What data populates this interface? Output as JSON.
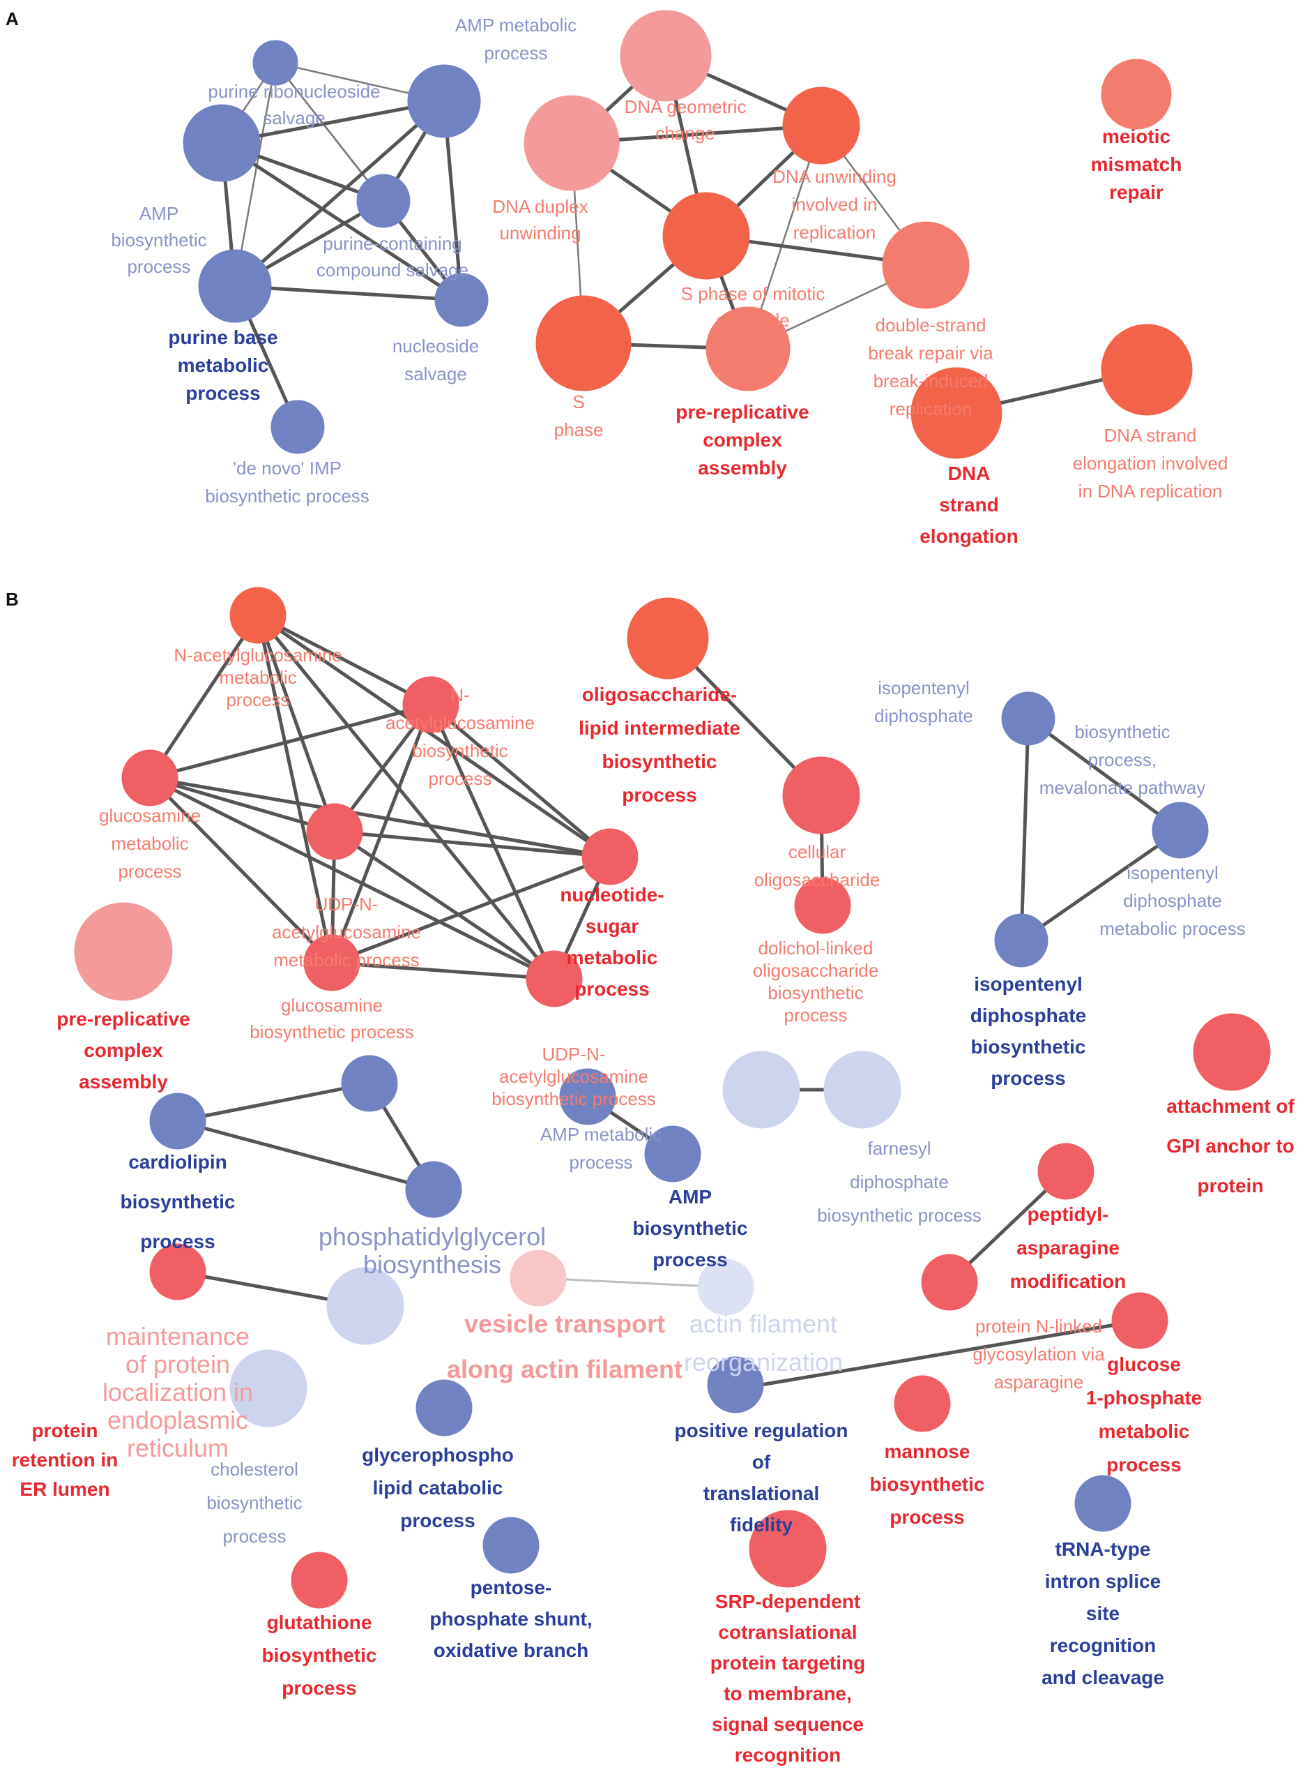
{
  "panels": [
    {
      "letter": "A"
    },
    {
      "letter": "B"
    }
  ],
  "colors": {
    "blue": "#7182C3",
    "blue_text": "#2B3F9A",
    "blue_light_text": "#8893C8",
    "red": "#F05F64",
    "red_text": "#E8282D",
    "orange": "#F2634A",
    "salmon": "#F47C6E",
    "pink": "#F49A9A",
    "pale_blue": "#CDD5EE",
    "pale_pink": "#F7C6C6"
  },
  "nodes": [
    {
      "id": "a1",
      "fill": "#7182C3"
    },
    {
      "id": "a2",
      "fill": "#7182C3"
    },
    {
      "id": "a3",
      "fill": "#7182C3"
    },
    {
      "id": "a4",
      "fill": "#7182C3"
    },
    {
      "id": "a5",
      "fill": "#7182C3"
    },
    {
      "id": "a6",
      "fill": "#7182C3"
    },
    {
      "id": "a7",
      "fill": "#7182C3"
    },
    {
      "id": "a8",
      "fill": "#F49A9A"
    },
    {
      "id": "a9",
      "fill": "#F49A9A"
    },
    {
      "id": "a10",
      "fill": "#F2634A"
    },
    {
      "id": "a11",
      "fill": "#F2634A"
    },
    {
      "id": "a12",
      "fill": "#F47C6E"
    },
    {
      "id": "a13",
      "fill": "#F2634A"
    },
    {
      "id": "a14",
      "fill": "#F47C6E"
    },
    {
      "id": "a15",
      "fill": "#F2634A"
    },
    {
      "id": "a16",
      "fill": "#F2634A"
    },
    {
      "id": "a17",
      "fill": "#F47C6E"
    },
    {
      "id": "b1",
      "fill": "#F2634A"
    },
    {
      "id": "b2",
      "fill": "#F05F64"
    },
    {
      "id": "b3",
      "fill": "#F05F64"
    },
    {
      "id": "b4",
      "fill": "#F05F64"
    },
    {
      "id": "b5",
      "fill": "#F05F64"
    },
    {
      "id": "b6",
      "fill": "#F05F64"
    },
    {
      "id": "b7",
      "fill": "#F05F64"
    },
    {
      "id": "b8",
      "fill": "#F2634A"
    },
    {
      "id": "b9",
      "fill": "#F05F64"
    },
    {
      "id": "b10",
      "fill": "#F05F64"
    },
    {
      "id": "b11",
      "fill": "#7182C3"
    },
    {
      "id": "b12",
      "fill": "#7182C3"
    },
    {
      "id": "b13",
      "fill": "#7182C3"
    },
    {
      "id": "b14",
      "fill": "#F49A9A"
    },
    {
      "id": "b15",
      "fill": "#F05F64"
    },
    {
      "id": "b16",
      "fill": "#7182C3"
    },
    {
      "id": "b17",
      "fill": "#7182C3"
    },
    {
      "id": "b18",
      "fill": "#7182C3"
    },
    {
      "id": "b19",
      "fill": "#7182C3"
    },
    {
      "id": "b20",
      "fill": "#7182C3"
    },
    {
      "id": "b21",
      "fill": "#CDD5EE"
    },
    {
      "id": "b22",
      "fill": "#CDD5EE"
    },
    {
      "id": "b23",
      "fill": "#F05F64"
    },
    {
      "id": "b24",
      "fill": "#F05F64"
    },
    {
      "id": "b25",
      "fill": "#F05F64"
    },
    {
      "id": "b26",
      "fill": "#F7C6C6"
    },
    {
      "id": "b27",
      "fill": "#DCE2F3"
    },
    {
      "id": "b28",
      "fill": "#CDD5EE"
    },
    {
      "id": "b29",
      "fill": "#CDD5EE"
    },
    {
      "id": "b30",
      "fill": "#7182C3"
    },
    {
      "id": "b31",
      "fill": "#7182C3"
    },
    {
      "id": "b32",
      "fill": "#7182C3"
    },
    {
      "id": "b33",
      "fill": "#F05F64"
    },
    {
      "id": "b34",
      "fill": "#F05F64"
    },
    {
      "id": "b35",
      "fill": "#F05F64"
    },
    {
      "id": "b36",
      "fill": "#F05F64"
    },
    {
      "id": "b37",
      "fill": "#7182C3"
    },
    {
      "id": "b38",
      "fill": "#F05F64"
    }
  ],
  "edges": [
    [
      "a1",
      "a2",
      "thin"
    ],
    [
      "a1",
      "a3",
      "thin"
    ],
    [
      "a1",
      "a4",
      "thin"
    ],
    [
      "a1",
      "a5",
      "thin"
    ],
    [
      "a1",
      "a6",
      "thin"
    ],
    [
      "a2",
      "a3",
      "edge"
    ],
    [
      "a2",
      "a4",
      "edge"
    ],
    [
      "a2",
      "a5",
      "edge"
    ],
    [
      "a2",
      "a6",
      "edge"
    ],
    [
      "a3",
      "a4",
      "edge"
    ],
    [
      "a3",
      "a5",
      "edge"
    ],
    [
      "a3",
      "a6",
      "edge"
    ],
    [
      "a4",
      "a5",
      "edge"
    ],
    [
      "a4",
      "a6",
      "edge"
    ],
    [
      "a5",
      "a6",
      "edge"
    ],
    [
      "a3",
      "a7",
      "edge"
    ],
    [
      "a8",
      "a9",
      "edge"
    ],
    [
      "a8",
      "a10",
      "edge"
    ],
    [
      "a8",
      "a11",
      "edge"
    ],
    [
      "a9",
      "a10",
      "edge"
    ],
    [
      "a9",
      "a11",
      "edge"
    ],
    [
      "a9",
      "a13",
      "thin"
    ],
    [
      "a10",
      "a11",
      "edge"
    ],
    [
      "a10",
      "a12",
      "thin"
    ],
    [
      "a10",
      "a14",
      "thin"
    ],
    [
      "a11",
      "a12",
      "edge"
    ],
    [
      "a11",
      "a13",
      "edge"
    ],
    [
      "a11",
      "a14",
      "edge"
    ],
    [
      "a12",
      "a14",
      "thin"
    ],
    [
      "a13",
      "a14",
      "edge"
    ],
    [
      "a15",
      "a16",
      "edge"
    ],
    [
      "b1",
      "b2",
      "edge"
    ],
    [
      "b1",
      "b3",
      "edge"
    ],
    [
      "b1",
      "b4",
      "edge"
    ],
    [
      "b1",
      "b5",
      "edge"
    ],
    [
      "b1",
      "b6",
      "edge"
    ],
    [
      "b1",
      "b7",
      "edge"
    ],
    [
      "b2",
      "b3",
      "edge"
    ],
    [
      "b2",
      "b4",
      "edge"
    ],
    [
      "b2",
      "b5",
      "edge"
    ],
    [
      "b2",
      "b6",
      "edge"
    ],
    [
      "b2",
      "b7",
      "edge"
    ],
    [
      "b3",
      "b4",
      "edge"
    ],
    [
      "b3",
      "b5",
      "edge"
    ],
    [
      "b3",
      "b6",
      "edge"
    ],
    [
      "b3",
      "b7",
      "edge"
    ],
    [
      "b4",
      "b5",
      "edge"
    ],
    [
      "b4",
      "b6",
      "edge"
    ],
    [
      "b4",
      "b7",
      "edge"
    ],
    [
      "b5",
      "b6",
      "edge"
    ],
    [
      "b5",
      "b7",
      "edge"
    ],
    [
      "b6",
      "b7",
      "edge"
    ],
    [
      "b8",
      "b9",
      "edge"
    ],
    [
      "b9",
      "b10",
      "edge"
    ],
    [
      "b11",
      "b12",
      "edge"
    ],
    [
      "b11",
      "b13",
      "edge"
    ],
    [
      "b12",
      "b13",
      "edge"
    ],
    [
      "b16",
      "b17",
      "edge"
    ],
    [
      "b16",
      "b18",
      "edge"
    ],
    [
      "b17",
      "b18",
      "edge"
    ],
    [
      "b19",
      "b20",
      "edge"
    ],
    [
      "b21",
      "b22",
      "edge"
    ],
    [
      "b23",
      "b24",
      "edge"
    ],
    [
      "b25",
      "b28",
      "edge"
    ],
    [
      "b26",
      "b27",
      "faint"
    ],
    [
      "b33",
      "b34",
      "edge"
    ]
  ],
  "labels": {
    "a1": [
      "purine ribonucleoside",
      "salvage"
    ],
    "a2": [
      "AMP",
      "biosynthetic",
      "process"
    ],
    "a3": [
      "purine base",
      "metabolic",
      "process"
    ],
    "a4": [
      "AMP metabolic",
      "process"
    ],
    "a5": [
      "purine-containing",
      "compound salvage"
    ],
    "a6": [
      "nucleoside",
      "salvage"
    ],
    "a7": [
      "'de novo' IMP",
      "biosynthetic process"
    ],
    "a8": [
      "DNA geometric",
      "change"
    ],
    "a9": [
      "DNA duplex",
      "unwinding"
    ],
    "a10": [
      "DNA unwinding",
      "involved in",
      "replication"
    ],
    "a11": [
      "S phase of mitotic",
      "cell cycle"
    ],
    "a12": [
      "double-strand",
      "break repair via",
      "break-induced",
      "replication"
    ],
    "a13": [
      "S",
      "phase"
    ],
    "a14": [
      "pre-replicative",
      "complex",
      "assembly"
    ],
    "a15": [
      "DNA",
      "strand",
      "elongation"
    ],
    "a16": [
      "DNA strand",
      "elongation involved",
      "in DNA replication"
    ],
    "a17": [
      "meiotic",
      "mismatch",
      "repair"
    ],
    "b1": [
      "N-acetylglucosamine",
      "metabolic",
      "process"
    ],
    "b2": [
      "N-",
      "acetylglucosamine",
      "biosynthetic",
      "process"
    ],
    "b3": [
      "glucosamine",
      "metabolic",
      "process"
    ],
    "b4": [
      "UDP-N-",
      "acetylglucosamine",
      "metabolic process"
    ],
    "b5": [
      "nucleotide-",
      "sugar",
      "metabolic",
      "process"
    ],
    "b6": [
      "glucosamine",
      "biosynthetic process"
    ],
    "b7": [
      "UDP-N-",
      "acetylglucosamine",
      "biosynthetic process"
    ],
    "b8": [
      "oligosaccharide-",
      "lipid intermediate",
      "biosynthetic",
      "process"
    ],
    "b9": [
      "cellular",
      "oligosaccharide"
    ],
    "b10": [
      "dolichol-linked",
      "oligosaccharide",
      "biosynthetic",
      "process"
    ],
    "b11": [
      "isopentenyl",
      "diphosphate"
    ],
    "b12": [
      "biosynthetic",
      "process,",
      "mevalonate  pathway"
    ],
    "b13": [
      "isopentenyl",
      "diphosphate",
      "metabolic process"
    ],
    "b13b": [
      "isopentenyl",
      "diphosphate",
      "biosynthetic",
      "process"
    ],
    "b14": [
      "pre-replicative",
      "complex",
      "assembly"
    ],
    "b15": [
      "attachment of",
      "GPI anchor to",
      "protein"
    ],
    "b16": [
      "cardiolipin",
      "biosynthetic",
      "process"
    ],
    "b18": [
      "phosphatidylglycerol",
      "biosynthesis"
    ],
    "b19": [
      "AMP metabolic",
      "process"
    ],
    "b20": [
      "AMP",
      "biosynthetic",
      "process"
    ],
    "b22": [
      "farnesyl",
      "diphosphate",
      "biosynthetic process"
    ],
    "b23": [
      "peptidyl-",
      "asparagine",
      "modification"
    ],
    "b24": [
      "protein N-linked",
      "glycosylation via",
      "asparagine"
    ],
    "b25": [
      "maintenance",
      "of protein",
      "localization in",
      "endoplasmic",
      "reticulum"
    ],
    "b24b": [
      "protein",
      "retention in",
      "ER lumen"
    ],
    "b26": [
      "vesicle transport",
      "along actin filament"
    ],
    "b27": [
      "actin filament",
      "reorganization"
    ],
    "b28": [
      "cholesterol",
      "biosynthetic",
      "process"
    ],
    "b30": [
      "glycerophospho",
      "lipid catabolic",
      "process"
    ],
    "b31": [
      "positive regulation",
      "of",
      "translational",
      "fidelity"
    ],
    "b32": [
      "pentose-",
      "phosphate shunt,",
      "oxidative branch"
    ],
    "b33": [
      "glucose",
      "1-phosphate",
      "metabolic",
      "process"
    ],
    "b35": [
      "mannose",
      "biosynthetic",
      "process"
    ],
    "b36": [
      "glutathione",
      "biosynthetic",
      "process"
    ],
    "b37": [
      "tRNA-type",
      "intron splice",
      "site",
      "recognition",
      "and cleavage"
    ],
    "b38": [
      "SRP-dependent",
      "cotranslational",
      "protein targeting",
      "to membrane,",
      "signal sequence",
      "recognition"
    ]
  }
}
